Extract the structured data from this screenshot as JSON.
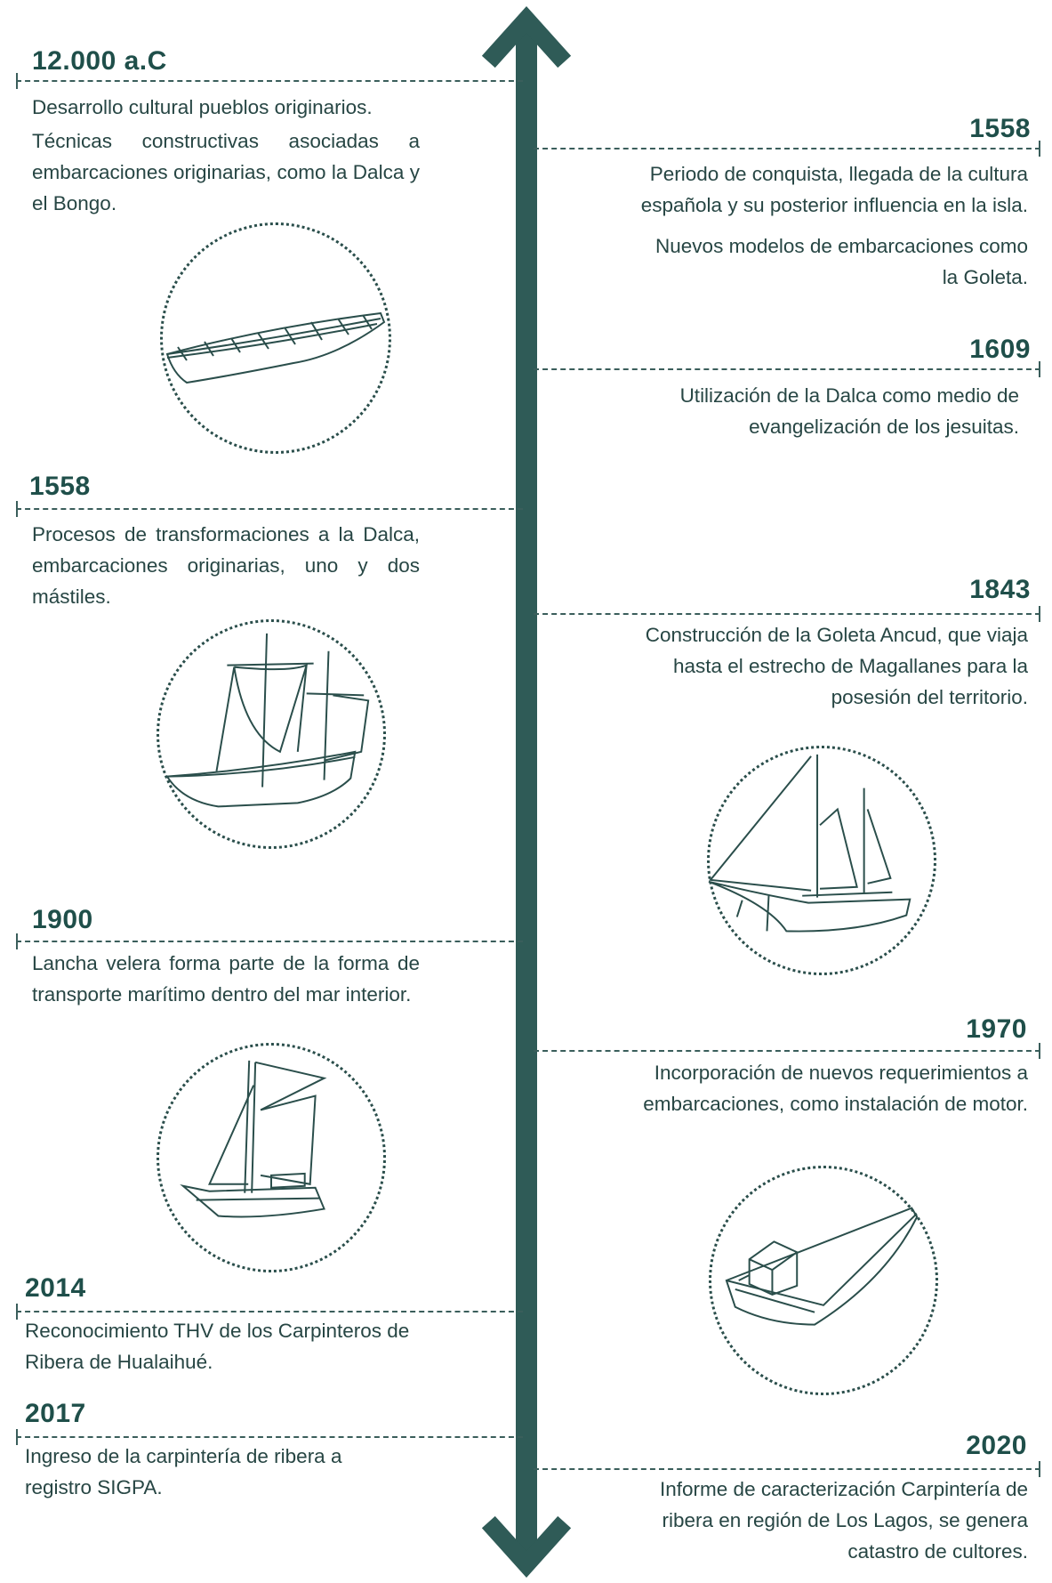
{
  "colors": {
    "axis": "#2f5b57",
    "text": "#274644",
    "year": "#1f4f4a"
  },
  "events": [
    {
      "id": "e1",
      "year": "12.000 a.C",
      "paras": [
        "Desarrollo cultural pueblos originarios.",
        "Técnicas constructivas asociadas a embarcaciones originarias, como la Dalca y el Bongo."
      ],
      "illustration": "dalca-canoe-icon"
    },
    {
      "id": "e2",
      "year": "1558",
      "paras": [
        "Periodo de conquista, llegada de la cultura española y su posterior influencia en la isla.",
        "Nuevos modelos de embarcaciones como la Goleta."
      ]
    },
    {
      "id": "e3",
      "year": "1609",
      "paras": [
        "Utilización de la Dalca como medio de evangelización de los jesuitas."
      ]
    },
    {
      "id": "e4",
      "year": "1558",
      "paras": [
        "Procesos de transformaciones a la Dalca, embarcaciones originarias, uno y dos mástiles."
      ],
      "illustration": "two-mast-sail-boat-icon"
    },
    {
      "id": "e5",
      "year": "1843",
      "paras": [
        "Construcción de la Goleta Ancud, que viaja hasta el estrecho de Magallanes para la posesión del territorio."
      ],
      "illustration": "schooner-icon"
    },
    {
      "id": "e6",
      "year": "1900",
      "paras": [
        "Lancha velera forma parte de la forma de transporte marítimo dentro del mar interior."
      ],
      "illustration": "sailing-launch-icon"
    },
    {
      "id": "e7",
      "year": "1970",
      "paras": [
        "Incorporación de nuevos requerimientos a embarcaciones, como instalación de motor."
      ],
      "illustration": "motor-boat-icon"
    },
    {
      "id": "e8",
      "year": "2014",
      "paras": [
        "Reconocimiento THV de los Carpinteros de Ribera de Hualaihué."
      ]
    },
    {
      "id": "e9",
      "year": "2017",
      "paras": [
        "Ingreso de la carpintería de ribera a registro SIGPA."
      ]
    },
    {
      "id": "e10",
      "year": "2020",
      "paras": [
        "Informe de caracterización Carpintería de ribera en región de Los Lagos, se genera catastro de cultores."
      ]
    }
  ]
}
